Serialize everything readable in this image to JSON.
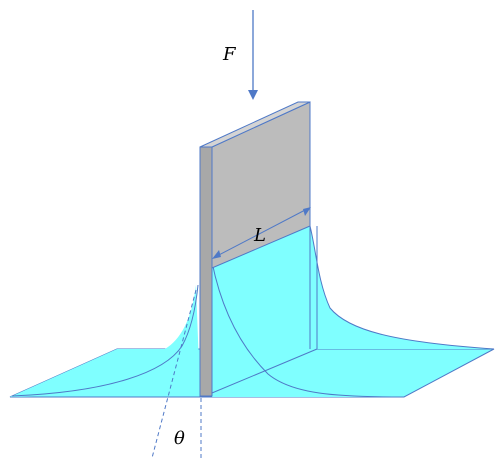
{
  "labels": {
    "force": "F",
    "length": "L",
    "angle": "θ"
  },
  "colors": {
    "liquid": "#7fffff",
    "plate_face": "#bcbcbc",
    "plate_edge": "#a8a8a8",
    "outline": "#4f79c7",
    "arrow": "#4f79c7",
    "dashed": "#4f79c7"
  }
}
